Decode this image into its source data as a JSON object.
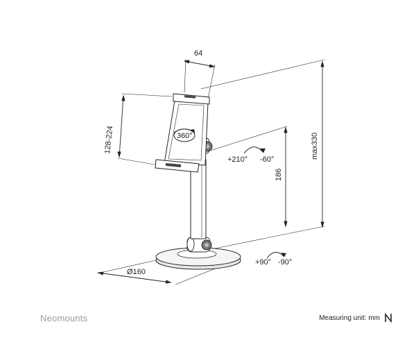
{
  "brand": {
    "name": "Neomounts"
  },
  "footer": {
    "measuring_unit": "Measuring unit: mm"
  },
  "dimensions": {
    "clamp_width": "64",
    "clamp_range": "128-224",
    "rotation": "360°",
    "tilt_up": "+210°",
    "tilt_down": "-60°",
    "arm_height": "186",
    "max_height": "max330",
    "swivel_left": "+90°",
    "swivel_right": "-90°",
    "base_diameter": "Ø160"
  },
  "colors": {
    "line": "#222222",
    "base": "#f2f2f2",
    "knob": "#777777"
  }
}
